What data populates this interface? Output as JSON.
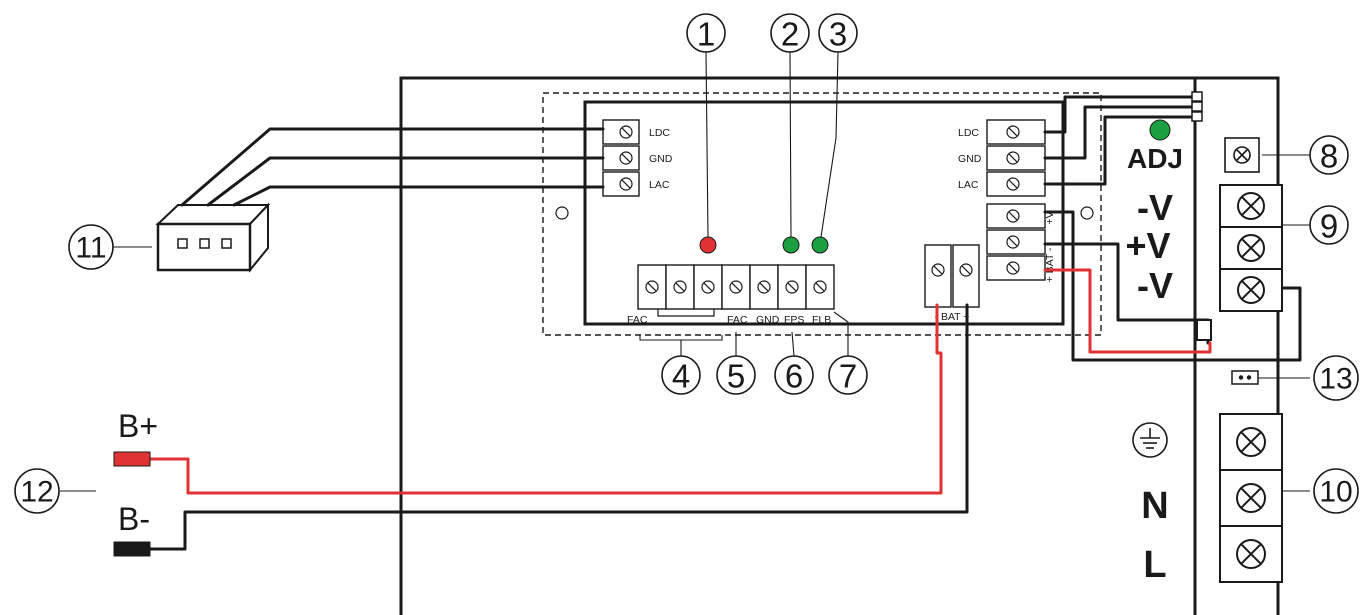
{
  "callouts": [
    "1",
    "2",
    "3",
    "4",
    "5",
    "6",
    "7",
    "8",
    "9",
    "10",
    "11",
    "12",
    "13"
  ],
  "module": {
    "left_terminals": [
      "LDC",
      "GND",
      "LAC"
    ],
    "right_terminals": [
      "LDC",
      "GND",
      "LAC"
    ],
    "bottom_labels": {
      "fac1": "FAC",
      "fac2": "FAC",
      "gnd": "GND",
      "fps": "FPS",
      "flb": "FLB"
    },
    "bat_label": "- BAT +",
    "bat_vertical_label": "+ BAT -",
    "plus_v_small": "+V",
    "led_colors": {
      "red": "#e03232",
      "green": "#1aa040"
    }
  },
  "psu": {
    "adj_label": "ADJ",
    "outputs": [
      "-V",
      "+V",
      "-V"
    ],
    "mains": [
      "N",
      "L"
    ]
  },
  "battery": {
    "plus": "B+",
    "minus": "B-"
  },
  "colors": {
    "wire": "#1a1a1a",
    "red_wire": "#e03232",
    "led_green": "#1aa040",
    "led_red": "#e03232"
  }
}
